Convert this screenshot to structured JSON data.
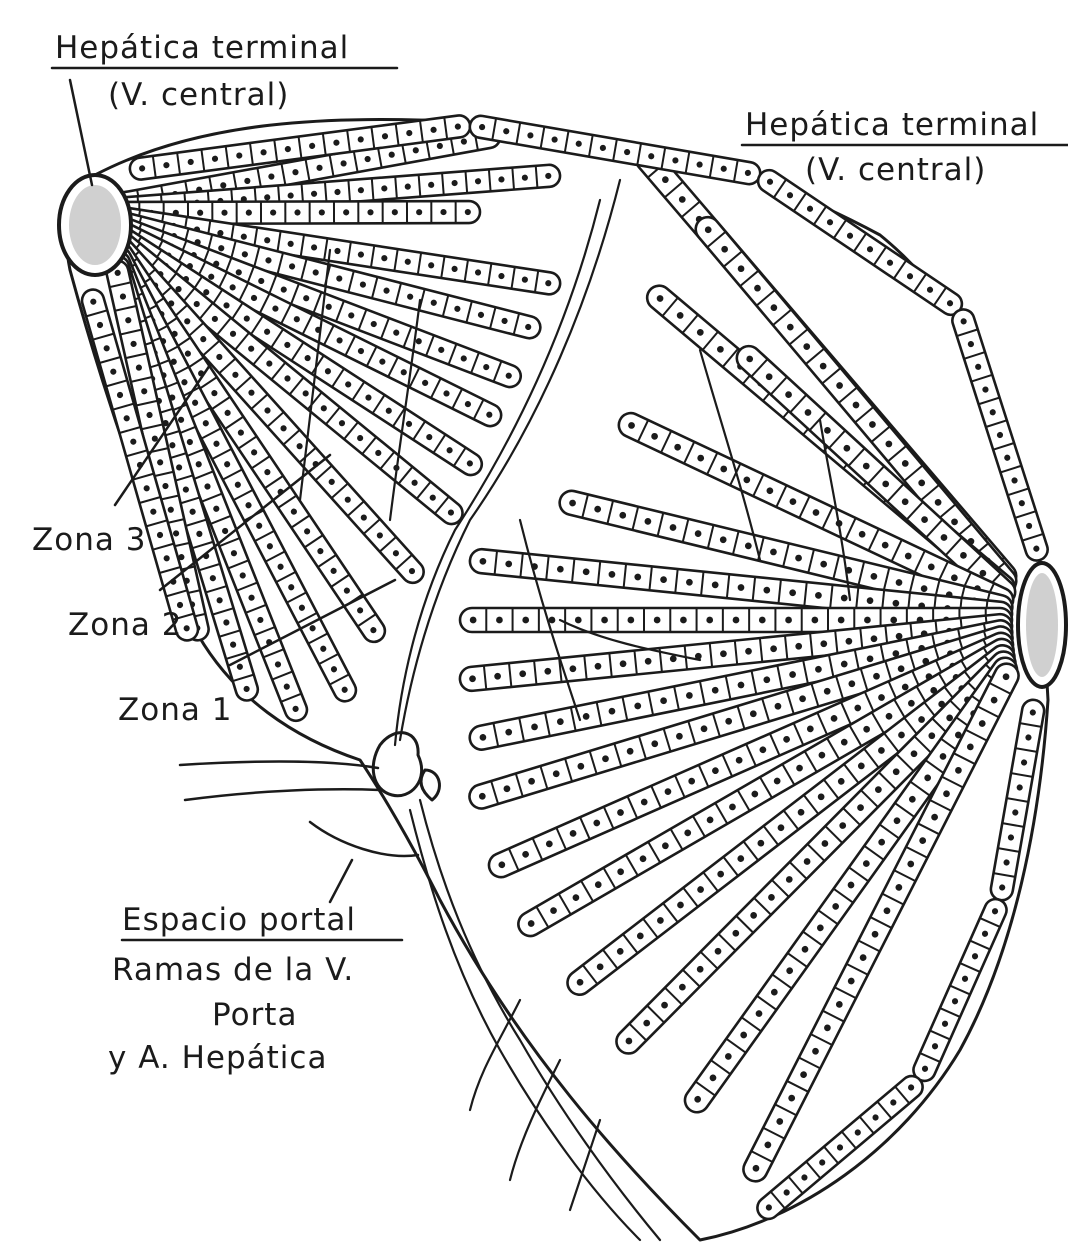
{
  "labels": {
    "top_left_title": "Hepática terminal",
    "top_left_sub": "(V. central)",
    "top_right_title": "Hepática terminal",
    "top_right_sub": "(V. central)",
    "zona3": "Zona 3",
    "zona2": "Zona 2",
    "zona1": "Zona 1",
    "portal_title": "Espacio portal",
    "portal_line1": "Ramas de la V.",
    "portal_line2": "Porta",
    "portal_line3": "y A. Hepática"
  }
}
